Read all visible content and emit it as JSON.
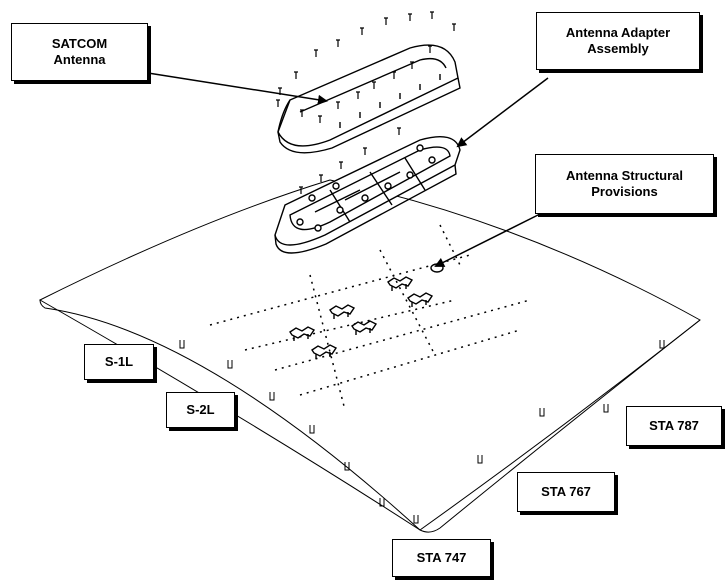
{
  "labels": {
    "satcom_antenna": "SATCOM\nAntenna",
    "antenna_adapter_assembly": "Antenna Adapter\nAssembly",
    "antenna_structural_provisions": "Antenna Structural\nProvisions",
    "s_1l": "S-1L",
    "s_2l": "S-2L",
    "sta_787": "STA 787",
    "sta_767": "STA 767",
    "sta_747": "STA 747"
  },
  "colors": {
    "line": "#000000",
    "background": "#ffffff"
  }
}
